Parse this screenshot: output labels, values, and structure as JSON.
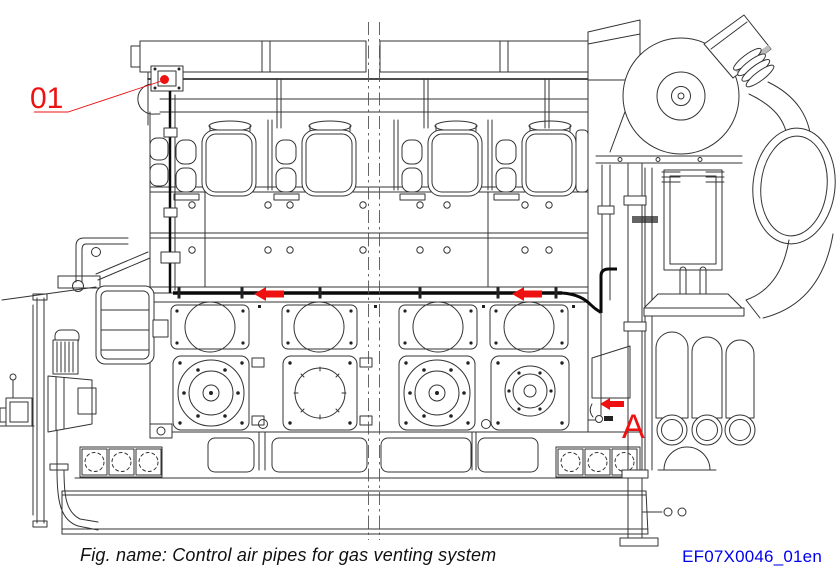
{
  "figure": {
    "caption": "Fig. name: Control air pipes for gas venting system",
    "doc_code": "EF07X0046_01en"
  },
  "annotations": {
    "callout_label": "01",
    "view_label": "A",
    "arrows": [
      {
        "name": "pipe-flow-arrow-1",
        "direction": "left"
      },
      {
        "name": "pipe-flow-arrow-2",
        "direction": "left"
      },
      {
        "name": "vent-outlet-arrow-A",
        "direction": "left"
      }
    ]
  },
  "colors": {
    "annotation_red": "#ee1111",
    "doc_code_blue": "#0000ee",
    "drawing_line": "#333333",
    "pipe_black": "#0a0a0a",
    "background": "#ffffff"
  }
}
